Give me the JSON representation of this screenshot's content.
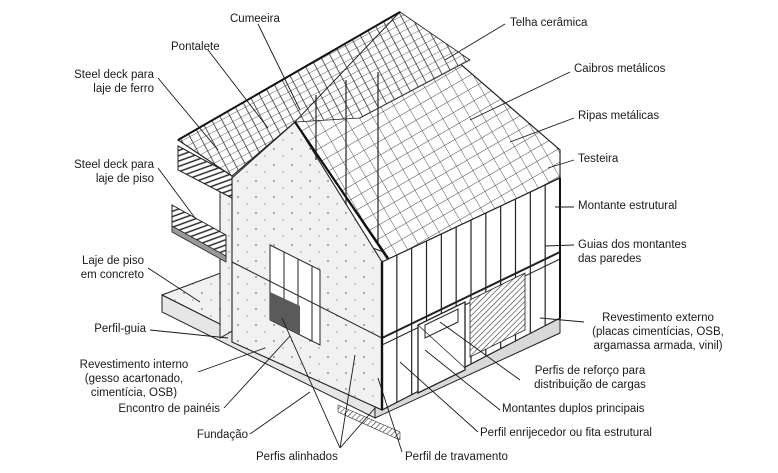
{
  "labels": {
    "cumeeira": "Cumeeira",
    "telha": "Telha cerâmica",
    "pontalete": "Pontalete",
    "caibros": "Caibros metálicos",
    "steel_deck_ferro": "Steel deck para\nlaje de ferro",
    "ripas": "Ripas metálicas",
    "testeira": "Testeira",
    "steel_deck_piso": "Steel deck para\nlaje de piso",
    "montante_estrutural": "Montante estrutural",
    "guias": "Guias dos montantes\ndas paredes",
    "laje_concreto": "Laje de piso\nem concreto",
    "revestimento_externo": "Revestimento externo\n(placas cimentícias, OSB,\nargamassa armada, vinil)",
    "perfil_guia": "Perfil-guia",
    "revestimento_interno": "Revestimento interno\n(gesso acartonado,\ncimentícia, OSB)",
    "perfis_reforco": "Perfis de reforço para\ndistribuição de cargas",
    "encontro": "Encontro de painéis",
    "montantes_duplos": "Montantes duplos principais",
    "fundacao": "Fundação",
    "perfil_enrijecedor": "Perfil enrijecedor ou fita estrutural",
    "perfis_alinhados": "Perfis alinhados",
    "perfil_travamento": "Perfil de travamento"
  },
  "colors": {
    "ink": "#1a1a1a",
    "panel": "#f1f1f1",
    "shadow": "#5a5a5a"
  }
}
